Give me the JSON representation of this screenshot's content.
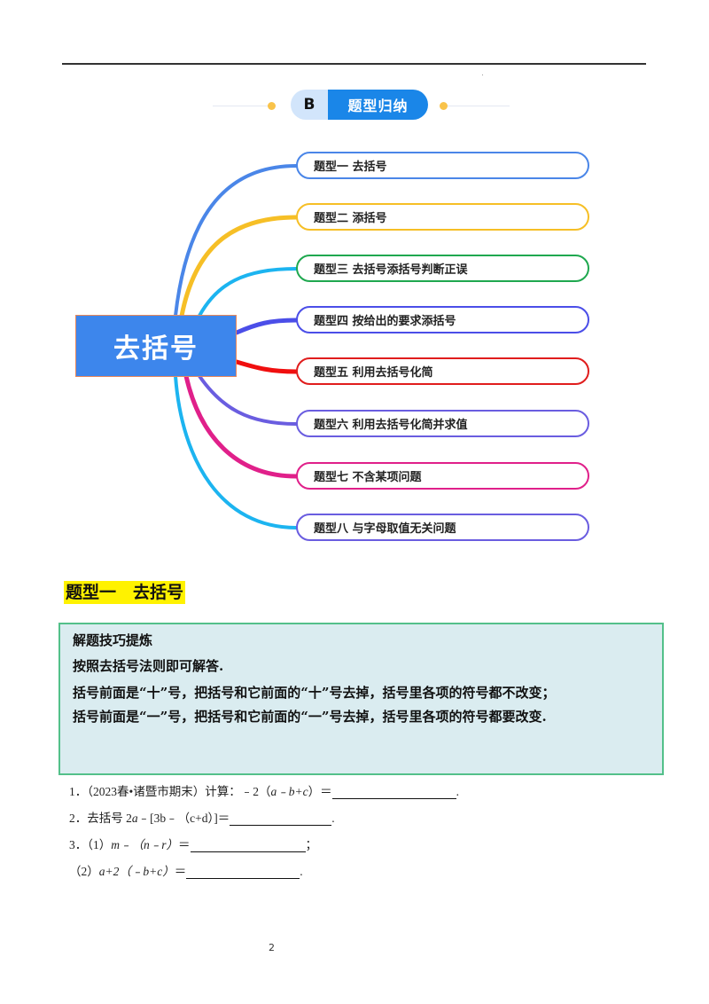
{
  "banner": {
    "letter": "B",
    "title": "题型归纳",
    "colors": {
      "letter_bg": "#d2e5fb",
      "title_bg": "#1a86e8",
      "dot": "#f9c34a"
    }
  },
  "mindmap": {
    "center": {
      "label": "去括号",
      "color": "#3d86ec"
    },
    "branches": [
      {
        "label": "题型一  去括号",
        "color": "#4a86e8"
      },
      {
        "label": "题型二  添括号",
        "color": "#f6bf26"
      },
      {
        "label": "题型三  去括号添括号判断正误",
        "color": "#1fa84f"
      },
      {
        "label": "题型四  按给出的要求添括号",
        "color": "#4b4ee8"
      },
      {
        "label": "题型五  利用去括号化简",
        "color": "#e01d1d"
      },
      {
        "label": "题型六 利用去括号化简并求值",
        "color": "#6a5de0"
      },
      {
        "label": "题型七  不含某项问题",
        "color": "#e0208a"
      },
      {
        "label": "题型八 与字母取值无关问题",
        "color": "#6a5de0"
      }
    ],
    "curve_colors": [
      "#4a86e8",
      "#f6bf26",
      "#1cb4f0",
      "#4b4ee8",
      "#f00f0f",
      "#6a5de0",
      "#e0208a",
      "#1cb4f0"
    ]
  },
  "section": {
    "heading": "题型一　去括号",
    "tips": {
      "title": "解题技巧提炼",
      "lines": [
        "按照去括号法则即可解答.",
        "括号前面是“十”号，把括号和它前面的“十”号去掉，括号里各项的符号都不改变；",
        "括号前面是“一”号，把括号和它前面的“一”号去掉，括号里各项的符号都要改变."
      ]
    },
    "questions": [
      {
        "number": "1．",
        "prefix": "（2023春•诸暨市期末）计算：﹣2（",
        "expr": "a﹣b+c",
        "suffix": "）＝",
        "end": "."
      },
      {
        "number": "2．",
        "prefix": "去括号 2",
        "expr": "a",
        "suffix": "﹣[3b﹣（c+d）]＝",
        "end": "."
      },
      {
        "number": "3．",
        "prefix": "（1）",
        "expr": "m﹣（n﹣r）",
        "suffix": "＝",
        "end": "；"
      },
      {
        "number": "",
        "prefix": "（2）",
        "expr": "a+2（﹣b+c）",
        "suffix": "＝",
        "end": "."
      }
    ]
  },
  "page_number": "2"
}
